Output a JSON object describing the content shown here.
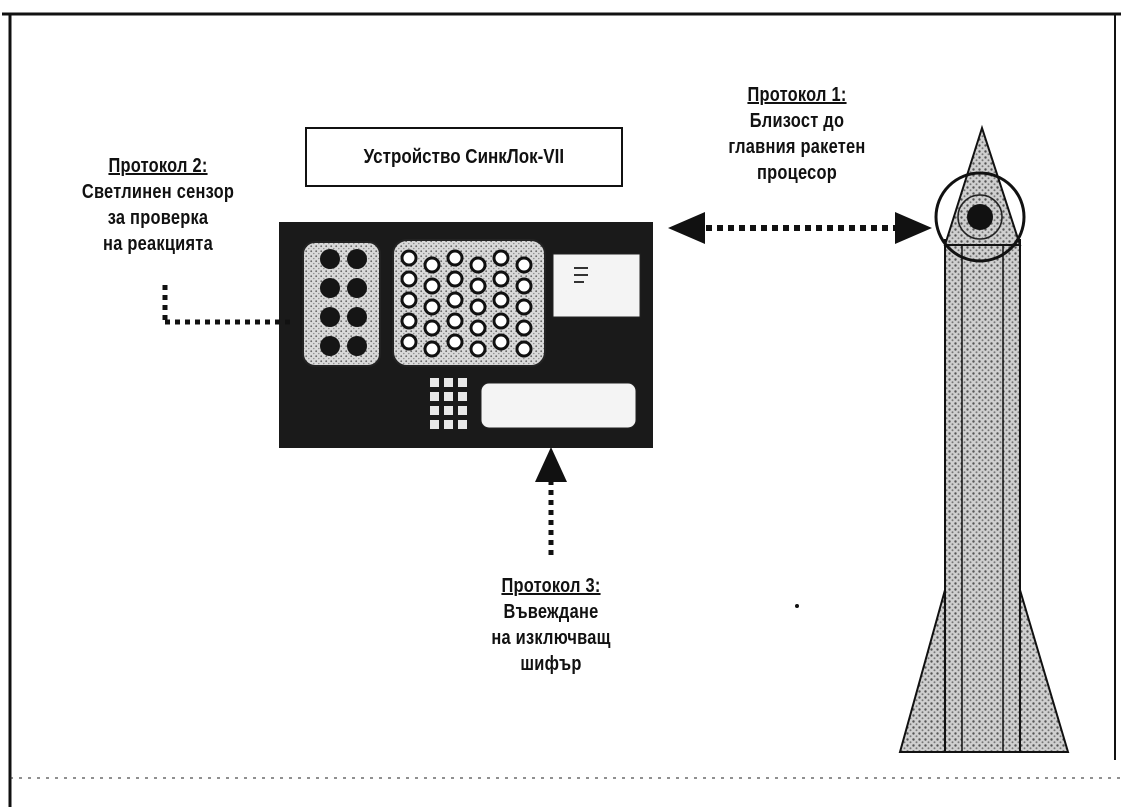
{
  "device": {
    "title": "Устройство СинкЛок-VII",
    "left_grid": {
      "rows": 4,
      "cols": 2
    },
    "center_grid": {
      "rows": 5,
      "cols": 6
    },
    "keypad": {
      "rows": 4,
      "cols": 3
    }
  },
  "protocols": [
    {
      "heading": "Протокол 1:",
      "lines": [
        "Близост до",
        "главния ракетен",
        "процесор"
      ]
    },
    {
      "heading": "Протокол 2:",
      "lines": [
        "Светлинен сензор",
        "за проверка",
        "на реакцията"
      ]
    },
    {
      "heading": "Протокол 3:",
      "lines": [
        "Въвеждане",
        "на изключващ",
        "шифър"
      ]
    }
  ],
  "colors": {
    "ink": "#111111",
    "panel": "#1a1a1a",
    "stipple": "#9a9a9a",
    "paper": "#ffffff"
  }
}
